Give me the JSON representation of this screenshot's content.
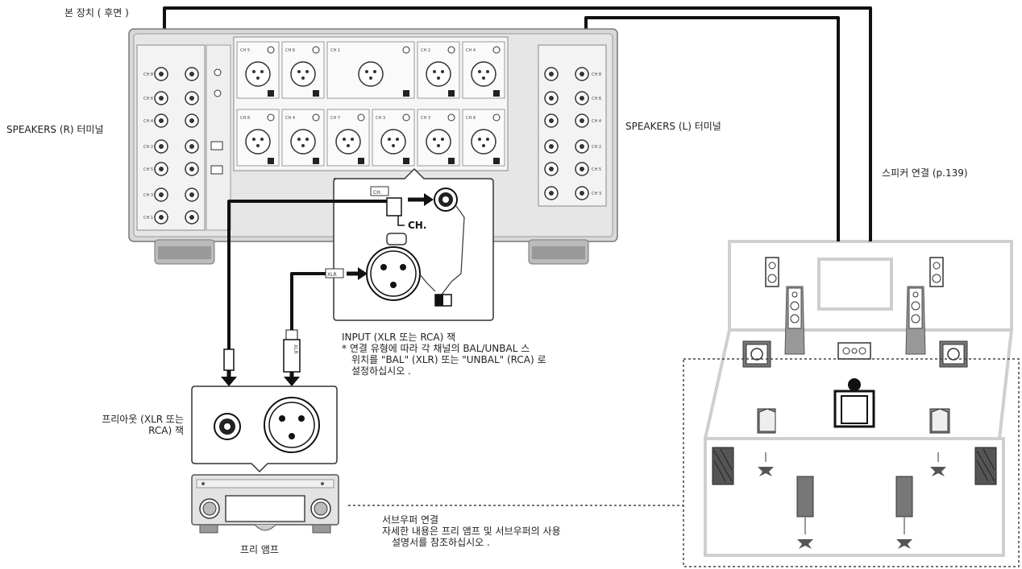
{
  "labels": {
    "main_unit_rear": "본 장치 ( 후면 )",
    "speakers_r": "SPEAKERS (R) 터미널",
    "speakers_l": "SPEAKERS (L) 터미널",
    "speaker_connection": "스피커 연결 (p.139)",
    "input_title": "INPUT (XLR 또는 RCA) 잭",
    "input_note": [
      "* 연결 유형에 따라 각 채널의 BAL/UNBAL 스",
      "위치를 \"BAL\" (XLR) 또는 \"UNBAL\" (RCA) 로",
      "설정하십시오 ."
    ],
    "preout": [
      "프리아웃 (XLR 또는",
      "RCA) 잭"
    ],
    "preamp": "프리 앰프",
    "subwoofer": [
      "서브우퍼 연결",
      "자세한 내용은 프리 앰프 및 서브우퍼의 사용",
      "설명서를 참조하십시오 ."
    ]
  },
  "callout": {
    "ch_tag": "CH.",
    "ch_label": "CH.",
    "xlr_tag": "XLR",
    "xlr_plug_text": "XLR"
  },
  "panel": {
    "channels_top": [
      "CH 5",
      "CH 6",
      "CH 1",
      "CH 2",
      "CH 4"
    ],
    "channels_bottom": [
      "CH 8",
      "CH 4",
      "CH 7",
      "CH 3",
      "CH 3",
      "CH 8"
    ]
  },
  "colors": {
    "cable": "#111111",
    "panel_fill": "#eeeeee",
    "room_wall": "#cccccc",
    "dotted_line": "#444444"
  }
}
